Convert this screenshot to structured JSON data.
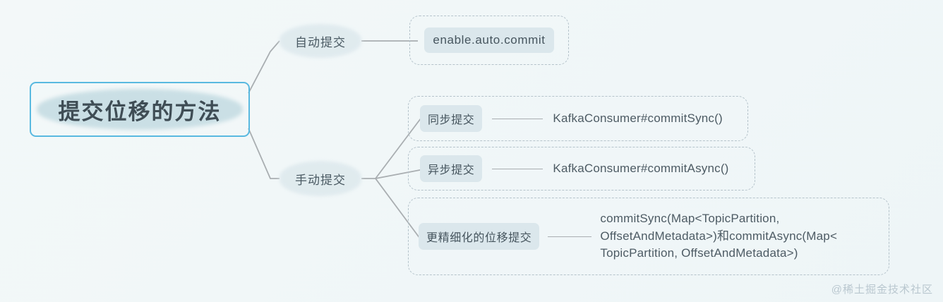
{
  "diagram": {
    "type": "mindmap",
    "background_color": "#f2f7f9",
    "root": {
      "label": "提交位移的方法",
      "border_color": "#59b9e0",
      "fill_color": "#c8dee4",
      "text_color": "#3f4d55"
    },
    "branches": [
      {
        "id": "auto",
        "label": "自动提交",
        "fill_color": "#dfeaee",
        "leaves": [
          {
            "id": "auto-commit",
            "pill": "enable.auto.commit",
            "value": "",
            "has_connector": false
          }
        ]
      },
      {
        "id": "manual",
        "label": "手动提交",
        "fill_color": "#dfeaee",
        "leaves": [
          {
            "id": "sync",
            "pill": "同步提交",
            "value": "KafkaConsumer#commitSync()",
            "has_connector": true
          },
          {
            "id": "async",
            "pill": "异步提交",
            "value": "KafkaConsumer#commitAsync()",
            "has_connector": true
          },
          {
            "id": "fine",
            "pill": "更精细化的位移提交",
            "value": "commitSync(Map<TopicPartition,\nOffsetAndMetadata>)和commitAsync(Map<\nTopicPartition, OffsetAndMetadata>)",
            "has_connector": true
          }
        ]
      }
    ],
    "connector_color": "#a9aeb1",
    "dashed_border_color": "#b5c3cb"
  },
  "watermark": {
    "text": "@稀土掘金技术社区"
  }
}
